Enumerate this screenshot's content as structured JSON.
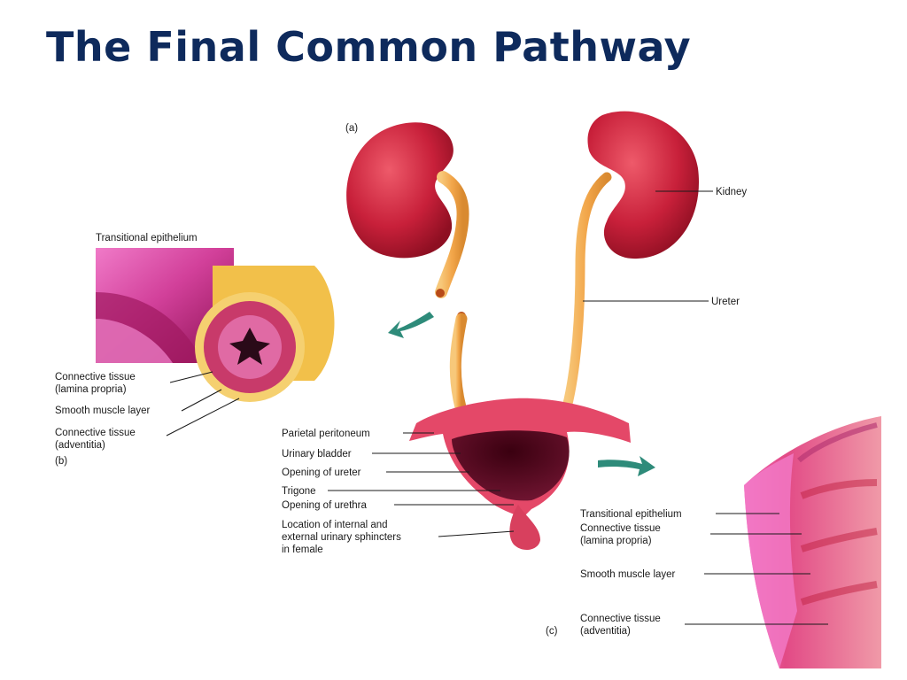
{
  "title": "The Final Common Pathway",
  "panels": {
    "a": "(a)",
    "b": "(b)",
    "c": "(c)"
  },
  "labels": {
    "kidney": "Kidney",
    "ureter": "Ureter",
    "transitional_epithelium_b": "Transitional epithelium",
    "connective_tissue_b_1": "Connective tissue",
    "connective_tissue_b_2": "(lamina propria)",
    "smooth_muscle_b": "Smooth muscle layer",
    "adventitia_b_1": "Connective tissue",
    "adventitia_b_2": "(adventitia)",
    "parietal_peritoneum": "Parietal peritoneum",
    "urinary_bladder": "Urinary bladder",
    "opening_ureter": "Opening of ureter",
    "trigone": "Trigone",
    "opening_urethra": "Opening of urethra",
    "sphincter_1": "Location of internal and",
    "sphincter_2": "external urinary sphincters",
    "sphincter_3": "in female",
    "transitional_epithelium_c": "Transitional epithelium",
    "connective_tissue_c_1": "Connective tissue",
    "connective_tissue_c_2": "(lamina propria)",
    "smooth_muscle_c": "Smooth muscle layer",
    "adventitia_c_1": "Connective tissue",
    "adventitia_c_2": "(adventitia)"
  },
  "colors": {
    "title": "#0e2a5c",
    "kidney": "#c8203a",
    "ureter": "#f2b25a",
    "bladder": "#d83a5a",
    "tissue_pink": "#e0459a",
    "arrow_teal": "#2e8b7a"
  }
}
